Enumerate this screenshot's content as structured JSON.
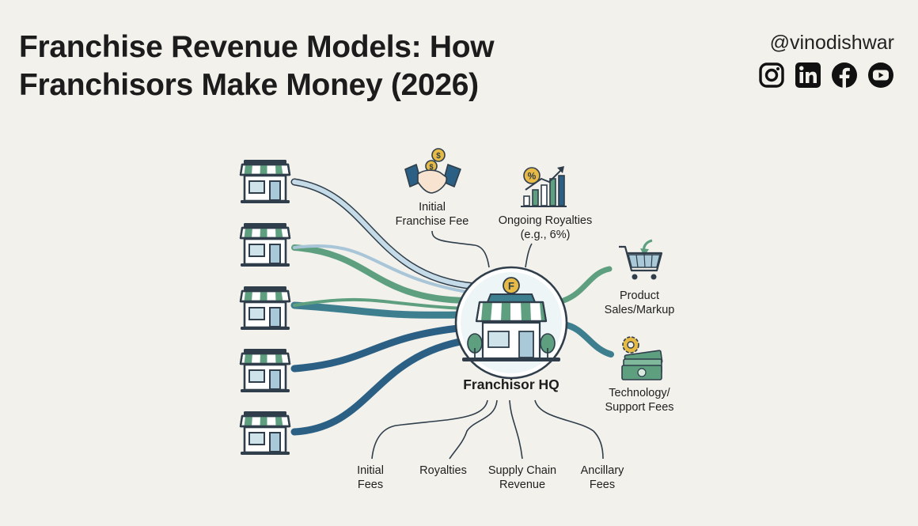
{
  "title": {
    "line1": "Franchise Revenue Models: How",
    "line2": "Franchisors Make Money (2026)"
  },
  "handle": "@vinodishwar",
  "social_icons": [
    "instagram-icon",
    "linkedin-icon",
    "facebook-icon",
    "youtube-icon"
  ],
  "hub": {
    "label": "Franchisor HQ",
    "badge": "F"
  },
  "top_labels": [
    {
      "line1": "Initial",
      "line2": "Franchise Fee",
      "icon": "handshake-coins-icon"
    },
    {
      "line1": "Ongoing Royalties",
      "line2": "(e.g., 6%)",
      "icon": "growth-chart-percent-icon"
    }
  ],
  "right_labels": [
    {
      "line1": "Product",
      "line2": "Sales/Markup",
      "icon": "shopping-cart-icon"
    },
    {
      "line1": "Technology/",
      "line2": "Support Fees",
      "icon": "gear-money-icon"
    }
  ],
  "bottom_labels": [
    {
      "line1": "Initial",
      "line2": "Fees"
    },
    {
      "line1": "Royalties",
      "line2": ""
    },
    {
      "line1": "Supply Chain",
      "line2": "Revenue"
    },
    {
      "line1": "Ancillary",
      "line2": "Fees"
    }
  ],
  "franchise_units": 5,
  "colors": {
    "accent_green": "#5e9f80",
    "light_blue": "#a9c5d8",
    "teal": "#3e7f8f",
    "dark_blue": "#2b5f83",
    "store_frame": "#2f3e4a",
    "coin": "#e7b945"
  }
}
